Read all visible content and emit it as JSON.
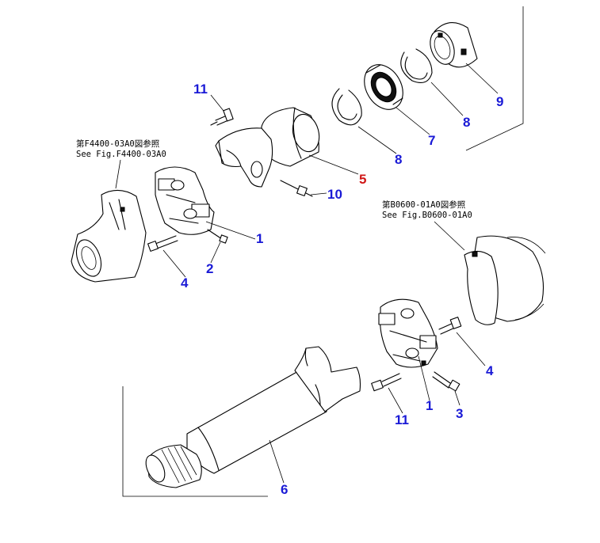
{
  "colors": {
    "callout": "#1a1ad6",
    "callout_highlight": "#d01818",
    "line": "#000000",
    "background": "#ffffff"
  },
  "references": {
    "left_jp": "第F4400-03A0図参照",
    "left_en": "See Fig.F4400-03A0",
    "right_jp": "第B0600-01A0図参照",
    "right_en": "See Fig.B0600-01A0"
  },
  "callouts": {
    "c11_top": "11",
    "c9": "9",
    "c8_top": "8",
    "c7": "7",
    "c8_mid": "8",
    "c5": "5",
    "c10": "10",
    "c1_left": "1",
    "c2": "2",
    "c4_left": "4",
    "c4_right": "4",
    "c1_right": "1",
    "c3": "3",
    "c11_bottom": "11",
    "c6": "6"
  }
}
